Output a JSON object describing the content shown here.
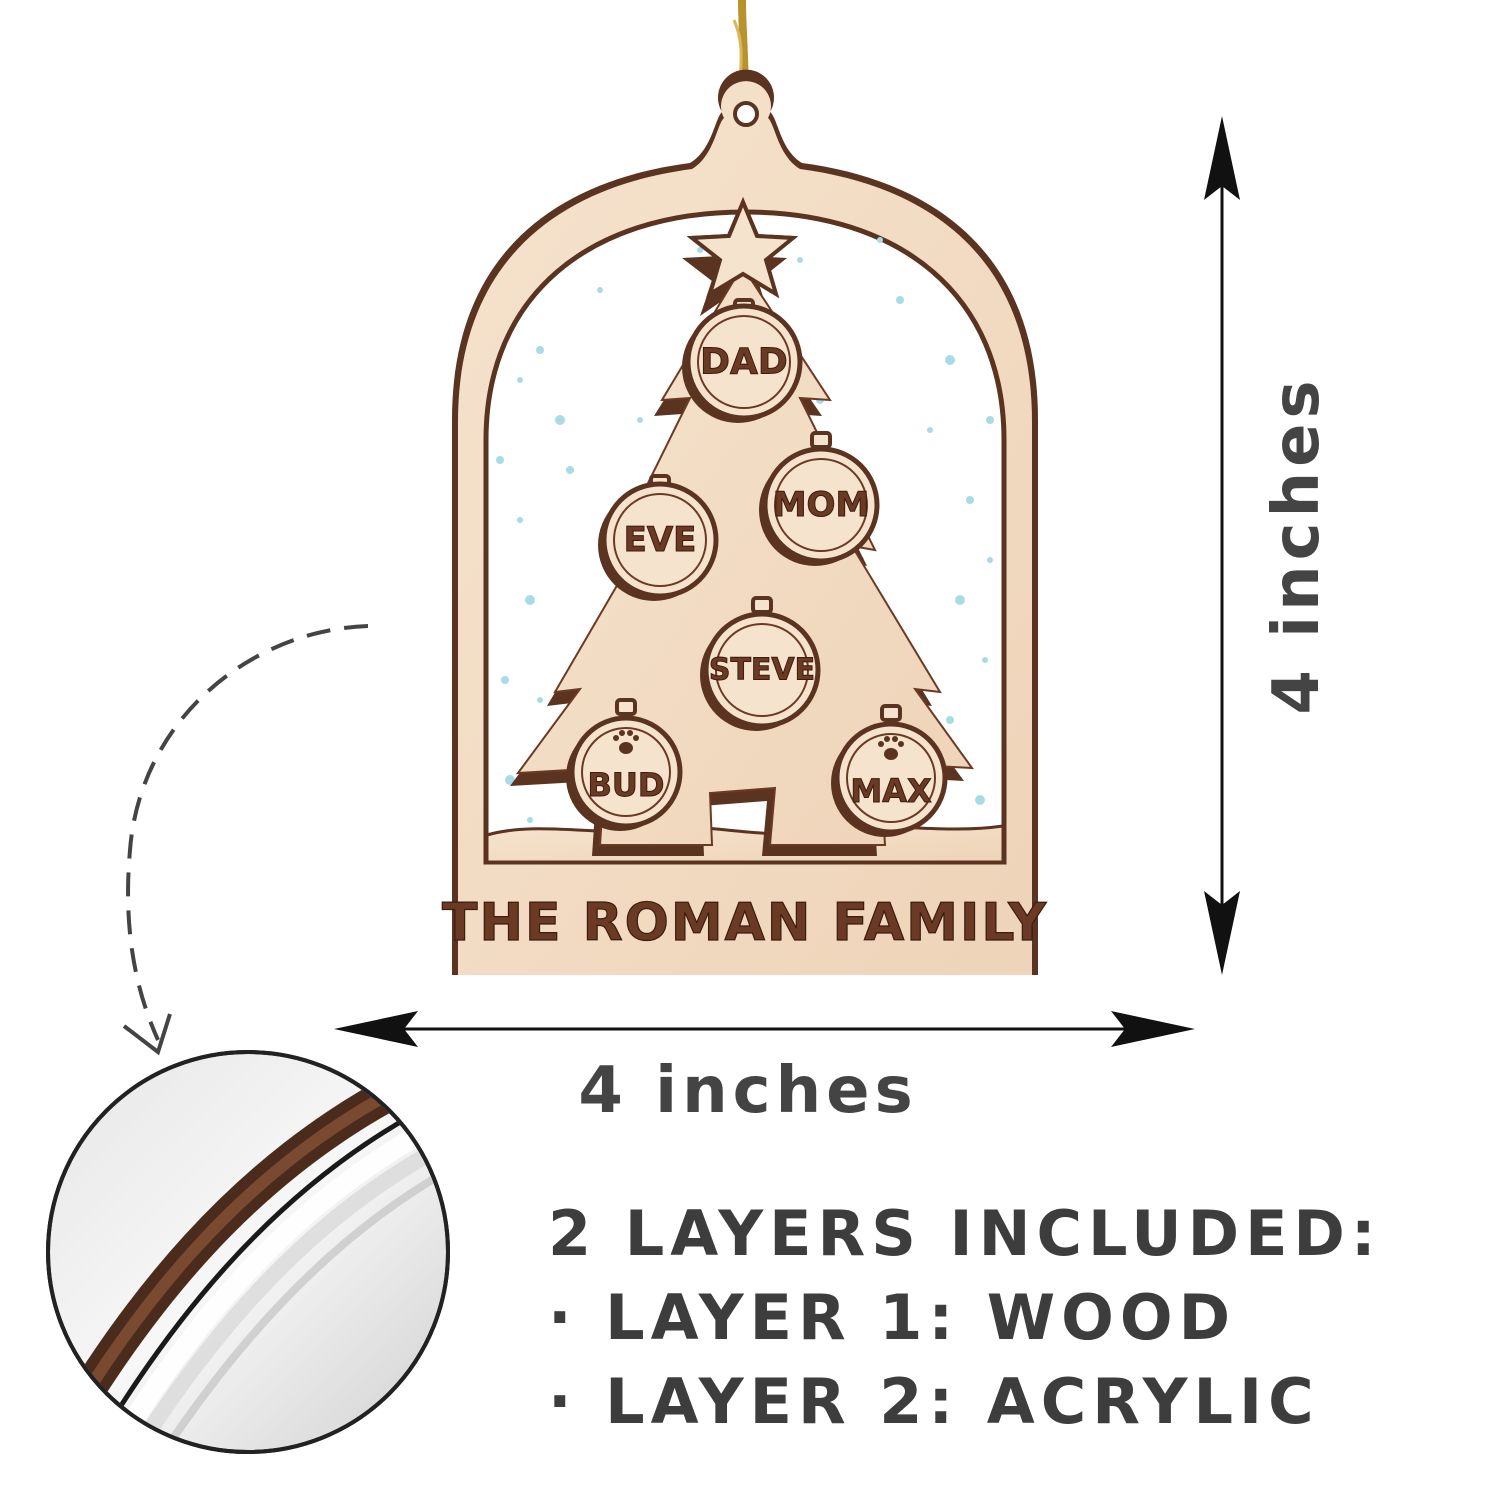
{
  "ornament": {
    "names": {
      "dad": "DAD",
      "mom": "MOM",
      "eve": "EVE",
      "steve": "STEVE",
      "bud": "BUD",
      "max": "MAX"
    },
    "family_name": "THE ROMAN FAMILY"
  },
  "dimensions": {
    "width_label": "4 inches",
    "height_label": "4 inches"
  },
  "layers": {
    "title": "2 LAYERS INCLUDED:",
    "items": [
      "· LAYER 1: WOOD",
      "· LAYER 2: ACRYLIC"
    ]
  },
  "colors": {
    "wood": "#f3dcc4",
    "engraved": "#6b3a24",
    "edge": "#5a3421",
    "snow": "#a9dbe6",
    "string": "#c9a43a",
    "text": "#3d3d3d"
  }
}
